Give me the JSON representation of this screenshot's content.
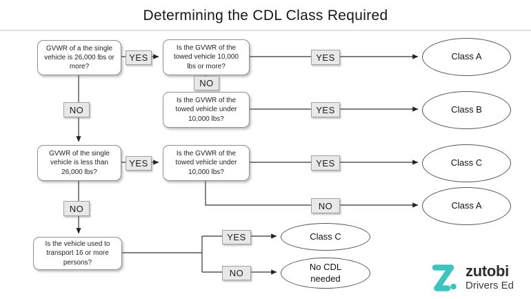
{
  "title": "Determining the CDL Class Required",
  "tags": {
    "yes": "YES",
    "no": "NO"
  },
  "questions": {
    "q1": "GVWR of a the single\nvehicle is 26,000 lbs or\nmore?",
    "q2": "Is the GVWR of the\ntowed vehicle 10,000\nlbs or more?",
    "q3": "Is the GVWR of the\ntowed vehicle under\n10,000 lbs?",
    "q4": "GVWR of the single\nvehicle is less than\n26,000 lbs?",
    "q5": "Is the GVWR of the\ntowed vehicle under\n10,000 lbs?",
    "q6": "Is the vehicle used to\ntransport 16 or more\npersons?"
  },
  "outcomes": {
    "class_a_top": "Class A",
    "class_b": "Class B",
    "class_c": "Class C",
    "class_a_mid": "Class A",
    "class_c_bottom": "Class C",
    "no_cdl": "No CDL\nneeded"
  },
  "logo": {
    "brand": "zutobi",
    "subtitle": "Drivers Ed"
  },
  "colors": {
    "brand_teal": "#3EC4C0",
    "connector": "#333333"
  }
}
